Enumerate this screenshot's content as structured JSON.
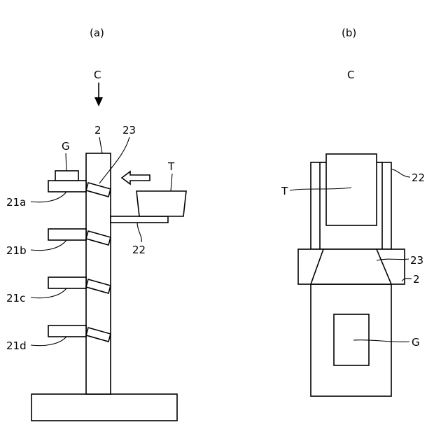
{
  "view_a": {
    "caption": "(a)",
    "view_dir_label": "C",
    "labels": {
      "column": "2",
      "pusher": "23",
      "goods": "G",
      "tray": "T",
      "shelf_a": "21a",
      "shelf_b": "21b",
      "shelf_c": "21c",
      "shelf_d": "21d",
      "tray_stage": "22"
    }
  },
  "view_b": {
    "caption": "(b)",
    "view_label": "C",
    "labels": {
      "tray": "T",
      "tray_stage": "22",
      "pusher": "23",
      "column": "2",
      "goods": "G"
    }
  },
  "colors": {
    "stroke": "#000000",
    "background": "#ffffff"
  }
}
